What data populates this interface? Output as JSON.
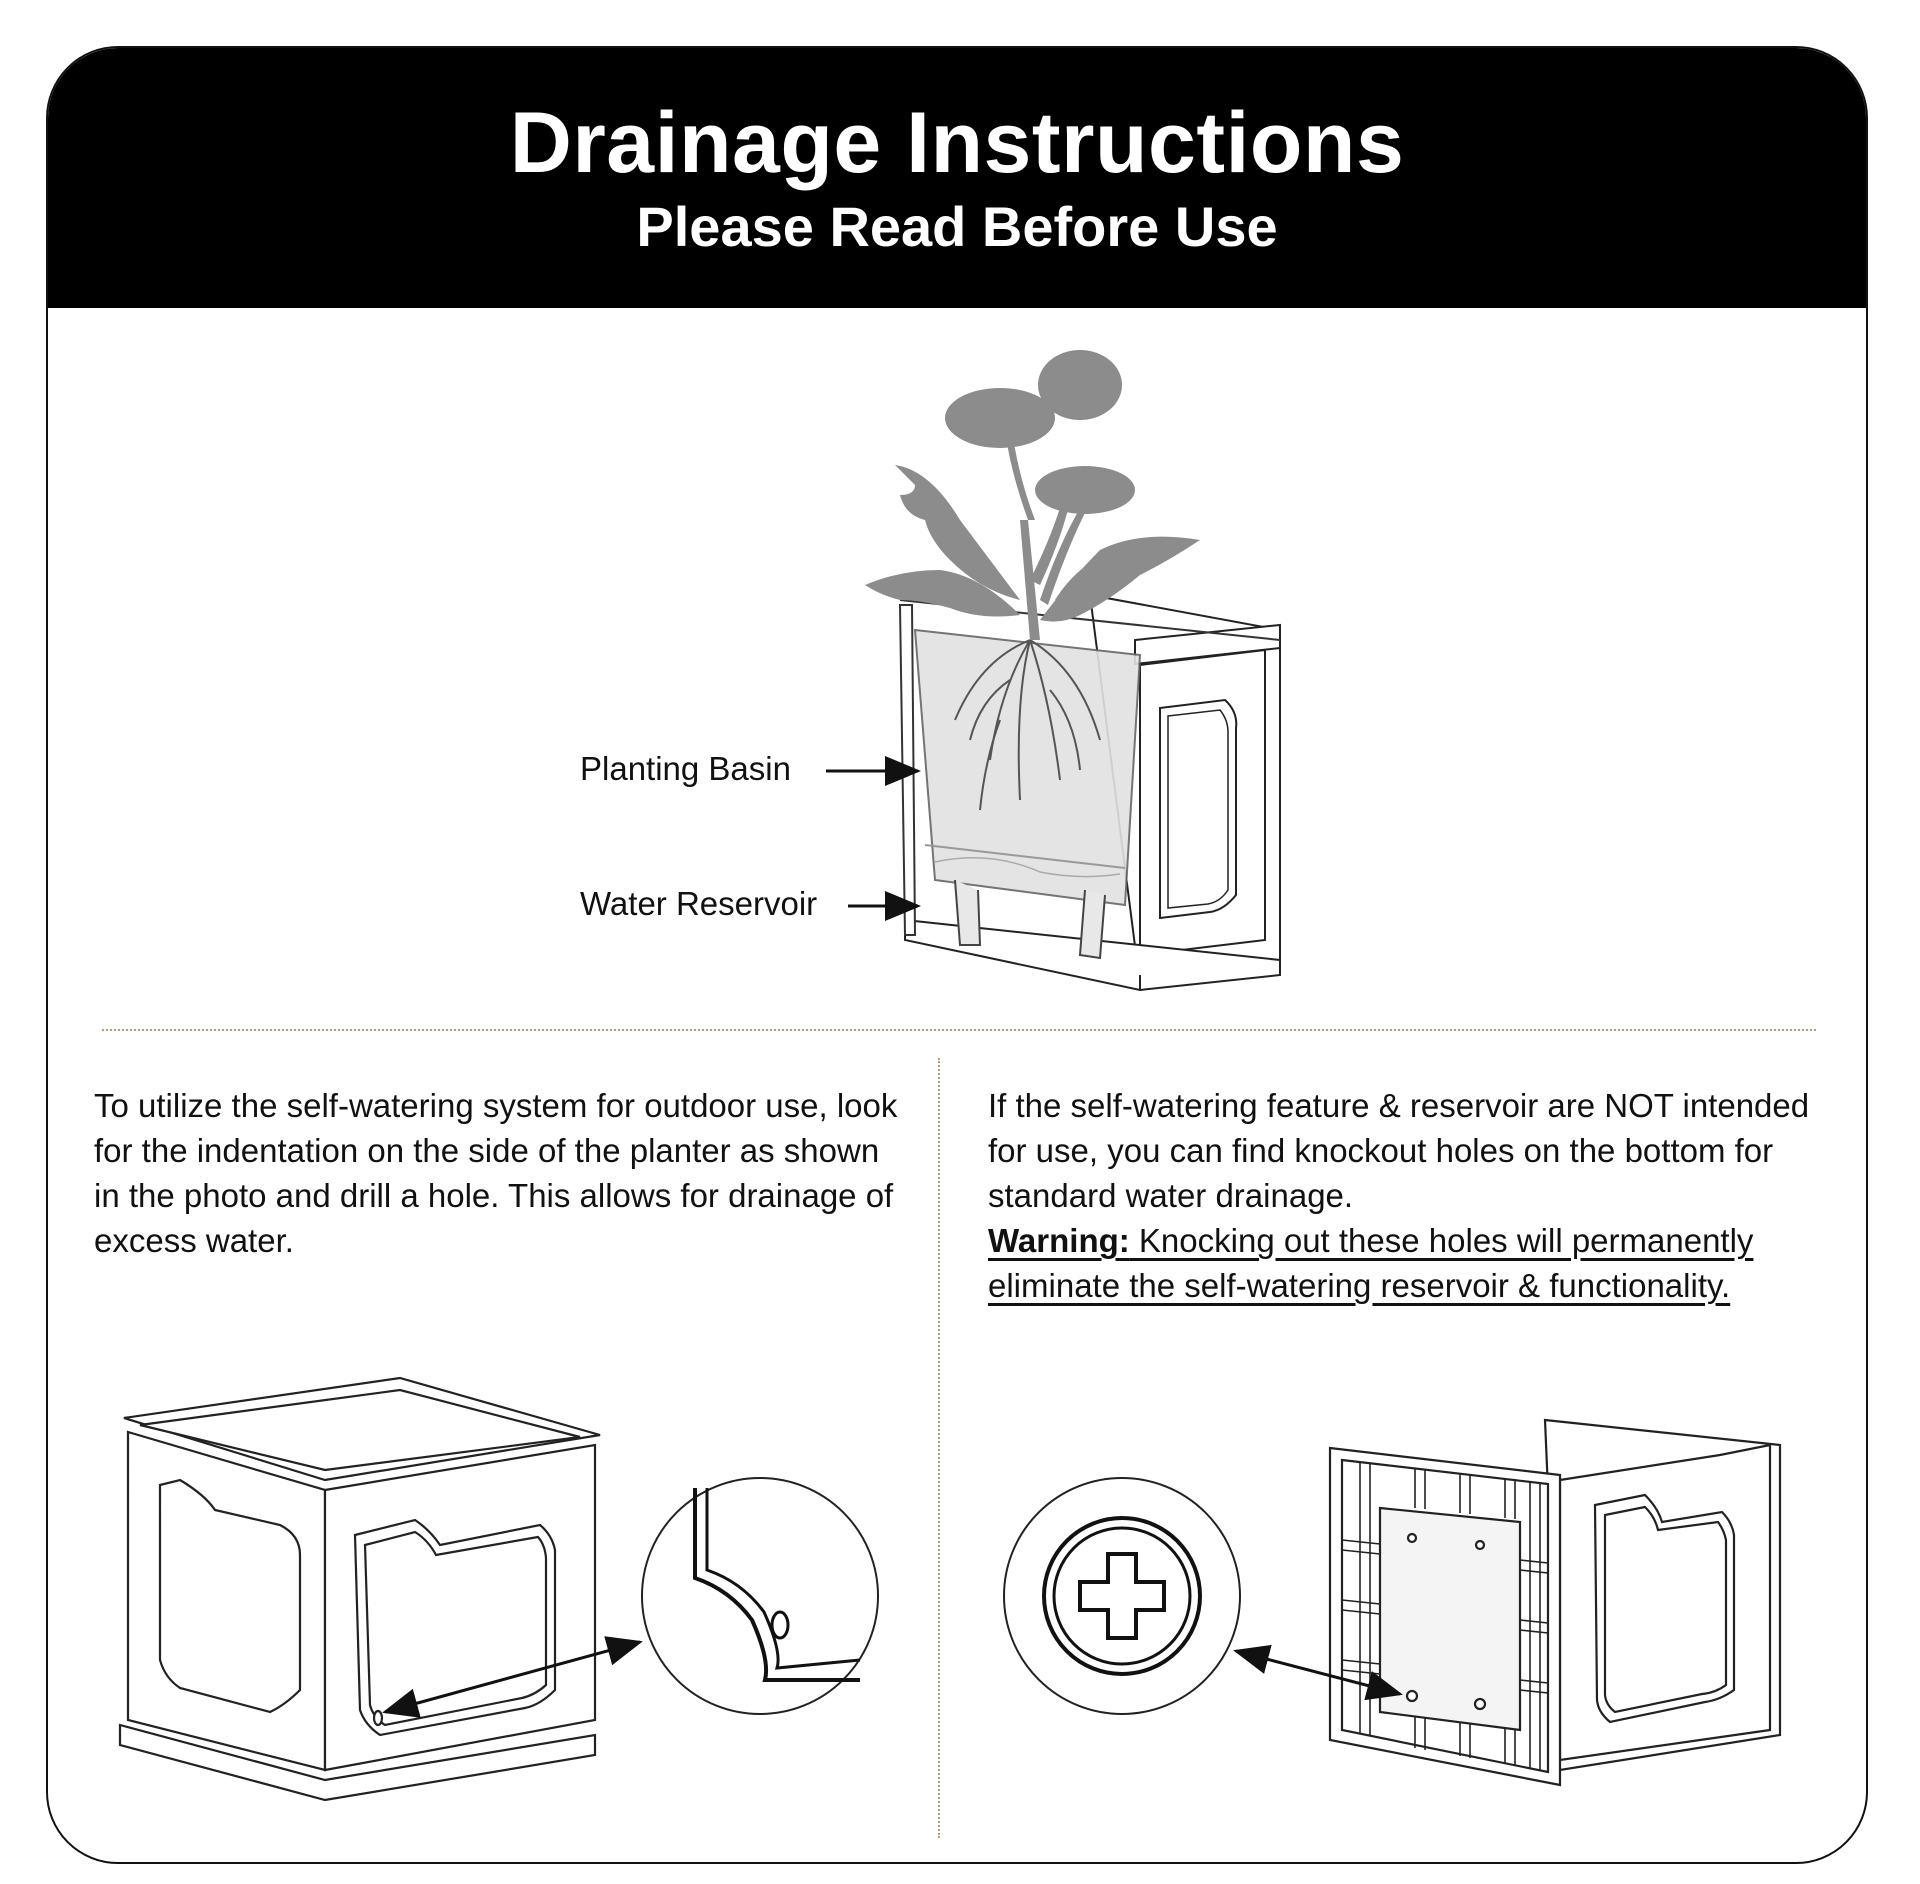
{
  "header": {
    "title": "Drainage Instructions",
    "subtitle": "Please Read Before Use"
  },
  "diagram": {
    "label_planting_basin": "Planting Basin",
    "label_water_reservoir": "Water Reservoir"
  },
  "left_column": {
    "text": "To utilize the self-watering system for outdoor use, look for the indentation on the side of the planter as shown in the photo and drill a hole. This allows for drainage of excess water."
  },
  "right_column": {
    "text": "If the self-watering feature & reservoir are NOT intended for use, you can find knockout holes on the bottom for standard water drainage.",
    "warning_label": "Warning:",
    "warning_text": " Knocking out these holes will permanently eliminate the self-watering reservoir & functionality."
  },
  "colors": {
    "banner_bg": "#000000",
    "plant_gray": "#8c8c8c",
    "divider": "#b89a7a"
  }
}
